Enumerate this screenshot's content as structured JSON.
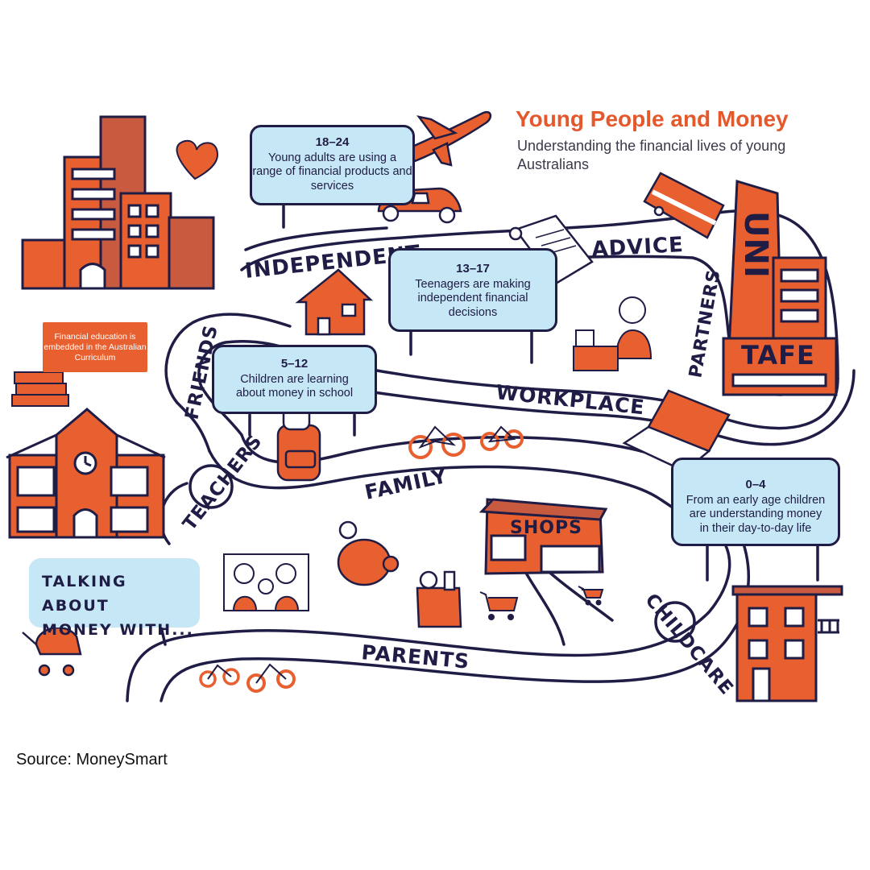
{
  "header": {
    "title": "Young People and Money",
    "subtitle": "Understanding the financial lives of young Australians"
  },
  "stages": [
    {
      "age": "18–24",
      "text": "Young adults are using a range of financial products and services"
    },
    {
      "age": "13–17",
      "text": "Teenagers are making independent financial decisions"
    },
    {
      "age": "5–12",
      "text": "Children are learning about money in school"
    },
    {
      "age": "0–4",
      "text": "From an early age children are understanding money in their day-to-day life"
    }
  ],
  "road_labels": {
    "independent": "INDEPENDENT",
    "advice": "ADVICE",
    "partners": "PARTNERS",
    "workplace": "WORKPLACE",
    "friends": "FRIENDS",
    "teachers": "TEACHERS",
    "family": "FAMILY",
    "childcare": "CHILDCARE",
    "parents": "PARENTS"
  },
  "signs": {
    "uni": "UNI",
    "tafe": "TAFE",
    "shops": "SHOPS"
  },
  "curriculum_note": "Financial education is embedded in the Australian Curriculum",
  "talking_bubble": {
    "line1": "TALKING ABOUT",
    "line2": "MONEY WITH..."
  },
  "source": "Source: MoneySmart",
  "icons": [
    "office-buildings-icon",
    "heart-icon",
    "airplane-icon",
    "car-icon",
    "receipt-icon",
    "credit-card-icon",
    "house-icon",
    "shop-worker-icon",
    "cash-register-icon",
    "laptop-icon",
    "bicycle-icon",
    "backpack-icon",
    "school-building-icon",
    "books-icon",
    "piggy-bank-icon",
    "family-photo-icon",
    "grocery-bag-icon",
    "shopping-cart-icon",
    "stroller-icon",
    "tricycle-icon",
    "apartment-icon"
  ],
  "colors": {
    "accent": "#e5582b",
    "box": "#c6e8f6",
    "ink": "#1f1c45"
  }
}
